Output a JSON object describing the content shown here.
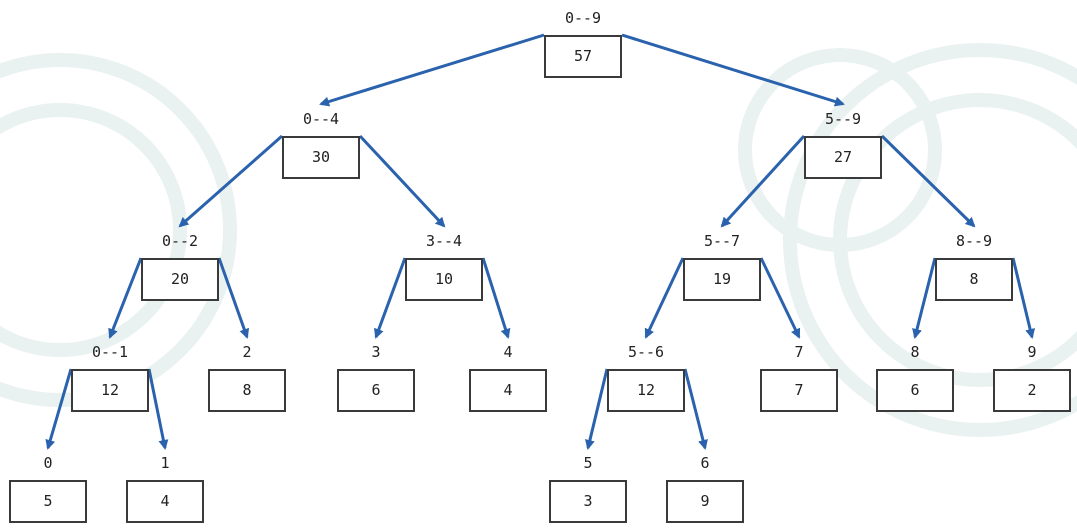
{
  "colors": {
    "edge": "#2a62ad",
    "box_border": "#3a3a3a",
    "text": "#222222",
    "background_decoration": "#e9f2f0"
  },
  "tree": {
    "nodes": [
      {
        "id": "n0-9",
        "range": "0--9",
        "value": "57"
      },
      {
        "id": "n0-4",
        "range": "0--4",
        "value": "30"
      },
      {
        "id": "n5-9",
        "range": "5--9",
        "value": "27"
      },
      {
        "id": "n0-2",
        "range": "0--2",
        "value": "20"
      },
      {
        "id": "n3-4",
        "range": "3--4",
        "value": "10"
      },
      {
        "id": "n5-7",
        "range": "5--7",
        "value": "19"
      },
      {
        "id": "n8-9",
        "range": "8--9",
        "value": "8"
      },
      {
        "id": "n0-1",
        "range": "0--1",
        "value": "12"
      },
      {
        "id": "n2",
        "range": "2",
        "value": "8"
      },
      {
        "id": "n3",
        "range": "3",
        "value": "6"
      },
      {
        "id": "n4",
        "range": "4",
        "value": "4"
      },
      {
        "id": "n5-6",
        "range": "5--6",
        "value": "12"
      },
      {
        "id": "n7",
        "range": "7",
        "value": "7"
      },
      {
        "id": "n8",
        "range": "8",
        "value": "6"
      },
      {
        "id": "n9",
        "range": "9",
        "value": "2"
      },
      {
        "id": "n0",
        "range": "0",
        "value": "5"
      },
      {
        "id": "n1",
        "range": "1",
        "value": "4"
      },
      {
        "id": "n5",
        "range": "5",
        "value": "3"
      },
      {
        "id": "n6",
        "range": "6",
        "value": "9"
      }
    ],
    "edges": [
      [
        "n0-9",
        "n0-4"
      ],
      [
        "n0-9",
        "n5-9"
      ],
      [
        "n0-4",
        "n0-2"
      ],
      [
        "n0-4",
        "n3-4"
      ],
      [
        "n5-9",
        "n5-7"
      ],
      [
        "n5-9",
        "n8-9"
      ],
      [
        "n0-2",
        "n0-1"
      ],
      [
        "n0-2",
        "n2"
      ],
      [
        "n3-4",
        "n3"
      ],
      [
        "n3-4",
        "n4"
      ],
      [
        "n5-7",
        "n5-6"
      ],
      [
        "n5-7",
        "n7"
      ],
      [
        "n8-9",
        "n8"
      ],
      [
        "n8-9",
        "n9"
      ],
      [
        "n0-1",
        "n0"
      ],
      [
        "n0-1",
        "n1"
      ],
      [
        "n5-6",
        "n5"
      ],
      [
        "n5-6",
        "n6"
      ]
    ]
  }
}
